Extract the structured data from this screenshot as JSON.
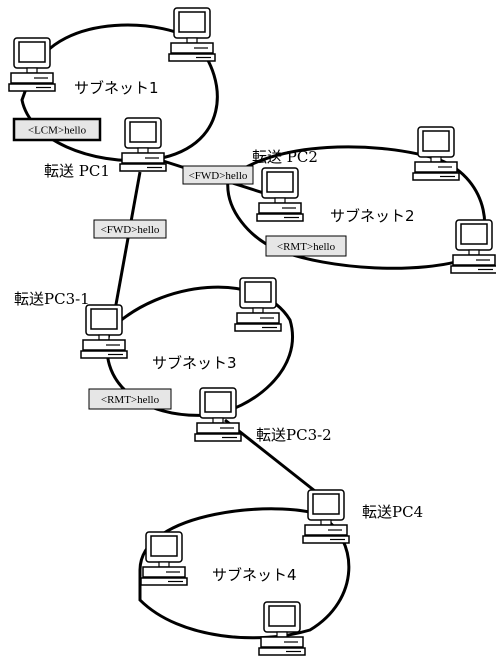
{
  "subnets": [
    {
      "id": "subnet1",
      "label": "サブネット1"
    },
    {
      "id": "subnet2",
      "label": "サブネット2"
    },
    {
      "id": "subnet3",
      "label": "サブネット3"
    },
    {
      "id": "subnet4",
      "label": "サブネット4"
    }
  ],
  "forwarders": [
    {
      "id": "pc1",
      "label": "転送 PC1"
    },
    {
      "id": "pc2",
      "label": "転送 PC2"
    },
    {
      "id": "pc3-1",
      "label": "転送PC3-1"
    },
    {
      "id": "pc3-2",
      "label": "転送PC3-2"
    },
    {
      "id": "pc4",
      "label": "転送PC4"
    }
  ],
  "messages": [
    {
      "id": "lcm",
      "text": "<LCM>hello"
    },
    {
      "id": "fwd-pc1-pc2",
      "text": "<FWD>hello"
    },
    {
      "id": "rmt-subnet2",
      "text": "<RMT>hello"
    },
    {
      "id": "fwd-pc1-pc31",
      "text": "<FWD>hello"
    },
    {
      "id": "rmt-subnet3",
      "text": "<RMT>hello"
    }
  ],
  "colors": {
    "line": "#000000",
    "message_fill": "#e6e6e6",
    "screen_fill": "#ffffff"
  }
}
